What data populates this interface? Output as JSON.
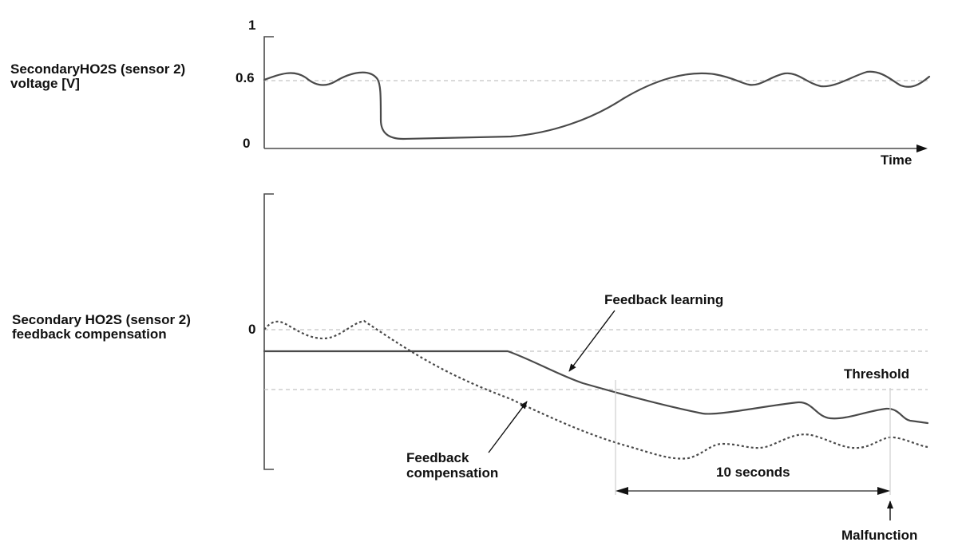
{
  "top_graph": {
    "label_line1": "SecondaryHO2S (sensor 2)",
    "label_line2": "voltage [V]",
    "tick_1": "1",
    "tick_0_6": "0.6",
    "tick_0": "0",
    "x_axis_label": "Time"
  },
  "bottom_graph": {
    "label_line1": "Secondary HO2S (sensor 2)",
    "label_line2": "feedback compensation",
    "tick_0": "0",
    "threshold_label": "Threshold",
    "feedback_learning_label": "Feedback learning",
    "feedback_compensation_line1": "Feedback",
    "feedback_compensation_line2": "compensation",
    "duration_label": "10 seconds",
    "malfunction_label": "Malfunction"
  }
}
